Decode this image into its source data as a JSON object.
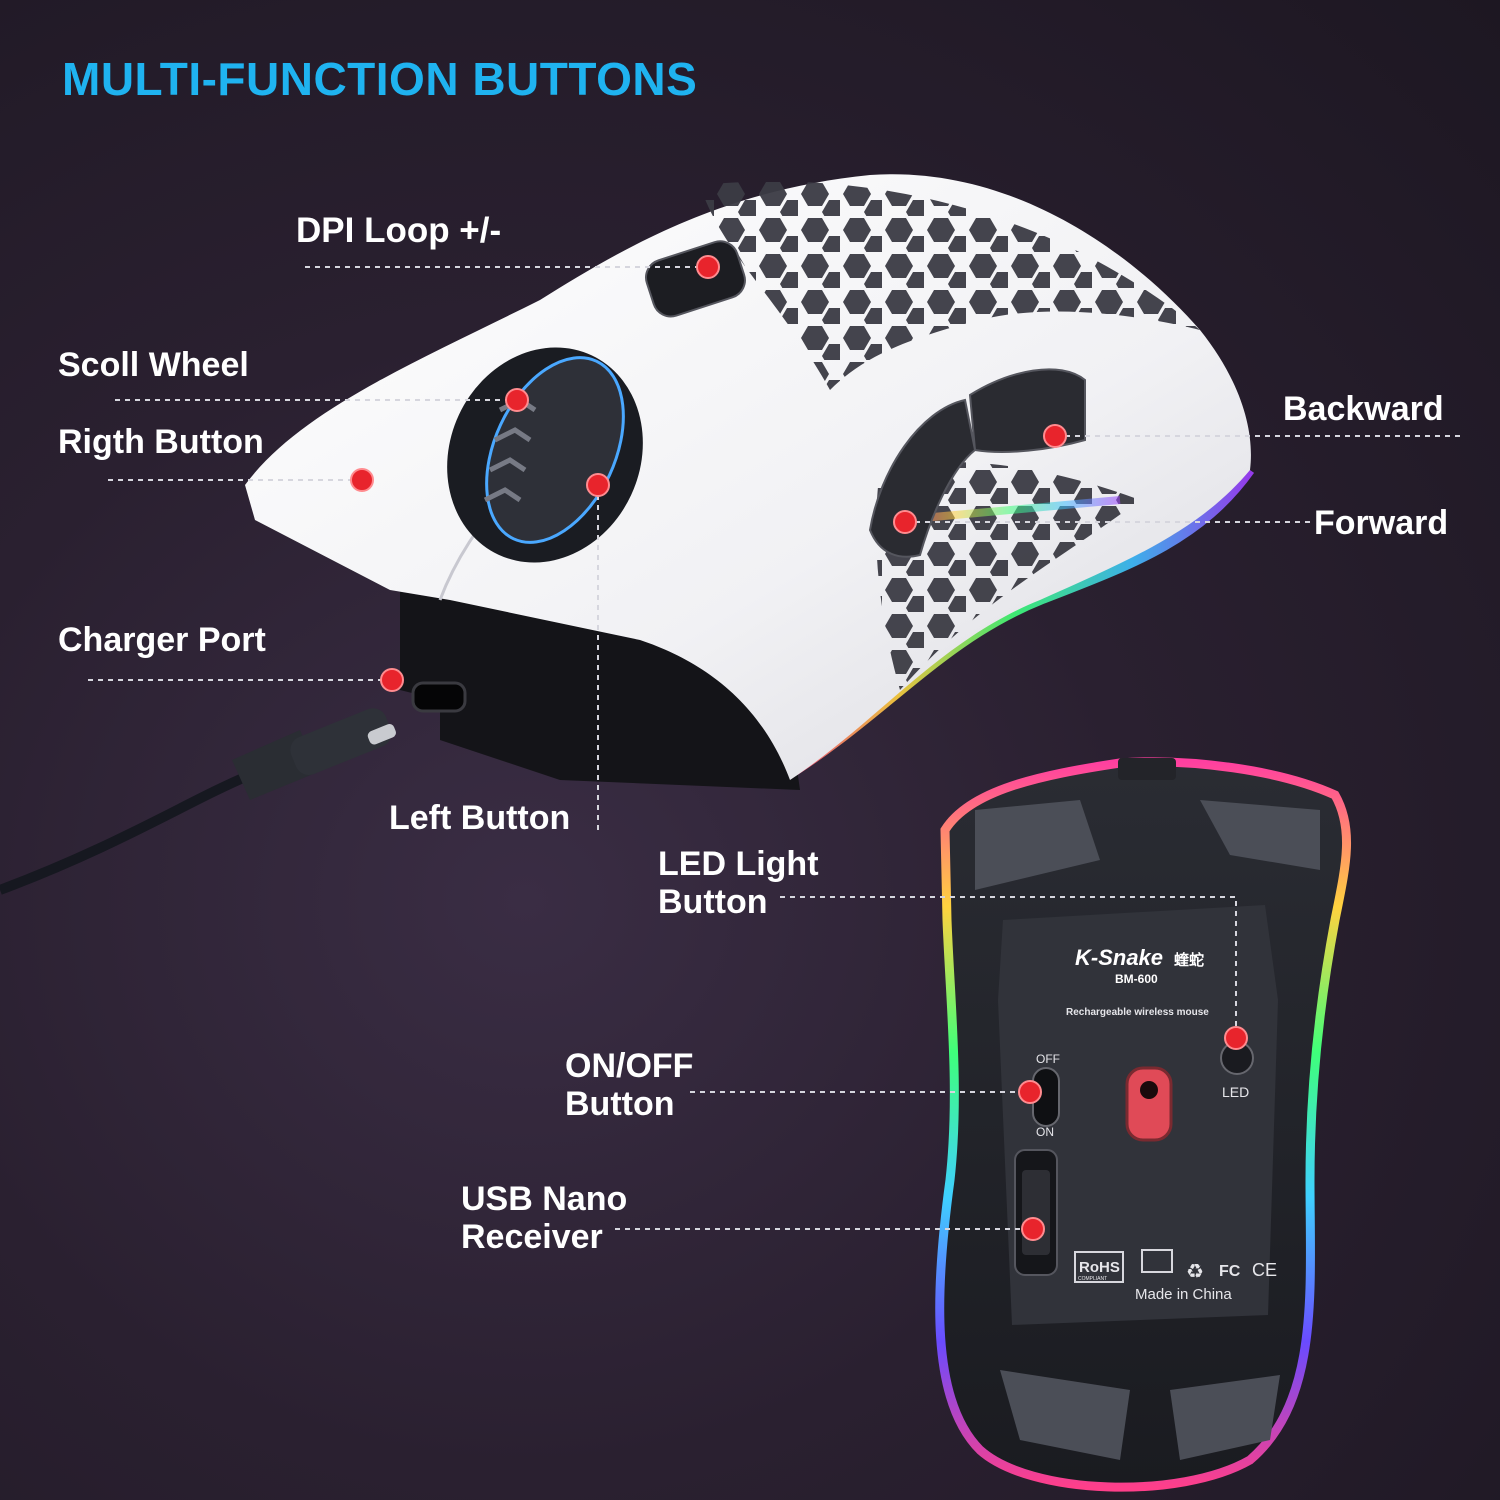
{
  "header": {
    "title": "MULTI-FUNCTION BUTTONS"
  },
  "colors": {
    "title": "#1fb3f0",
    "marker": "#e8242c",
    "background": "#2a2030",
    "text": "#ffffff"
  },
  "top_view_labels": {
    "dpi": "DPI Loop +/-",
    "scroll": "Scoll Wheel",
    "right": "Rigth Button",
    "charger": "Charger Port",
    "left": "Left Button",
    "backward": "Backward",
    "forward": "Forward"
  },
  "bottom_view_labels": {
    "led_line1": "LED Light",
    "led_line2": "Button",
    "onoff_line1": "ON/OFF",
    "onoff_line2": "Button",
    "usb_line1": "USB Nano",
    "usb_line2": "Receiver"
  },
  "mouse_bottom_print": {
    "brand": "K-Snake",
    "brand_cjk": "蝰蛇",
    "model": "BM-600",
    "description": "Rechargeable wireless mouse",
    "switch_off": "OFF",
    "switch_on": "ON",
    "led": "LED",
    "made_in": "Made in China",
    "certs": [
      "RoHS",
      "COMPLIANT",
      "FC",
      "CE"
    ]
  },
  "icons": [
    "usb-icon",
    "recycle-icon"
  ]
}
